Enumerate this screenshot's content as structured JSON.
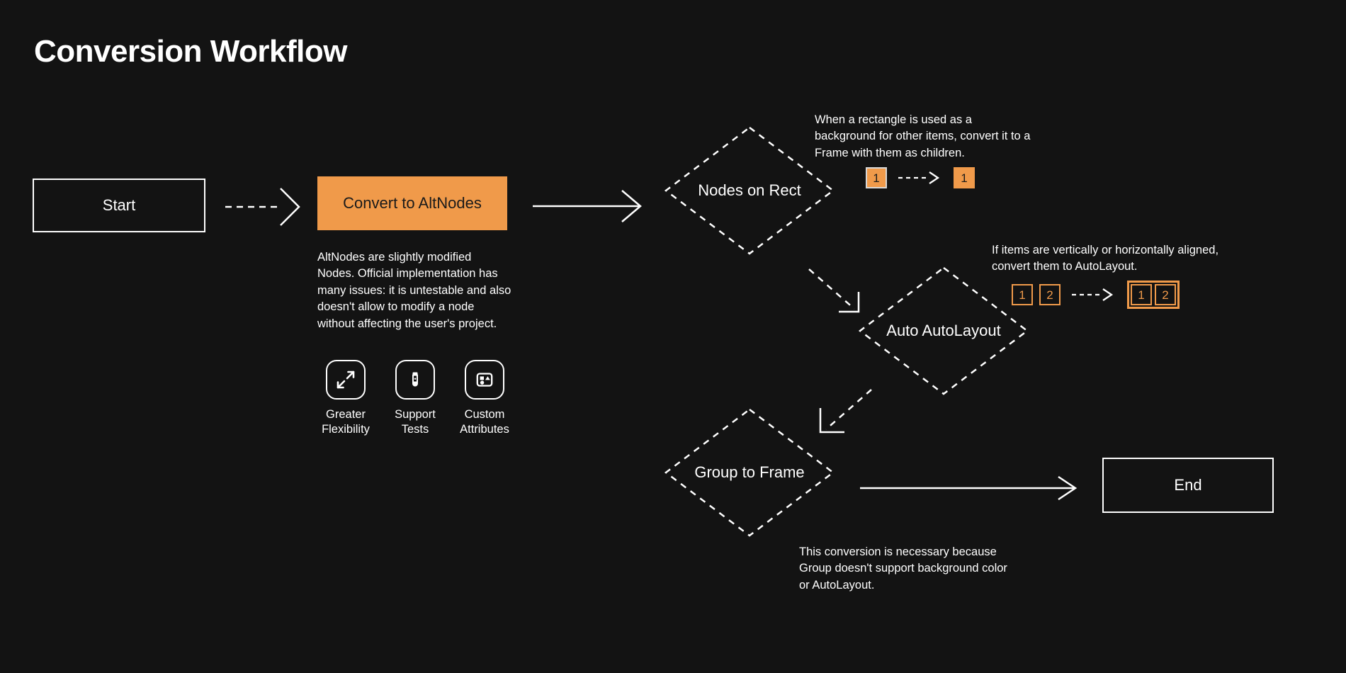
{
  "page": {
    "title": "Conversion Workflow",
    "background_color": "#131313",
    "accent_color": "#F09A4A",
    "text_color": "#FFFFFF"
  },
  "nodes": {
    "start": {
      "label": "Start"
    },
    "convert": {
      "label": "Convert to AltNodes"
    },
    "nodes_on_rect": {
      "label": "Nodes on Rect"
    },
    "auto_autolayout": {
      "label": "Auto AutoLayout"
    },
    "group_to_frame": {
      "label": "Group to Frame"
    },
    "end": {
      "label": "End"
    }
  },
  "descriptions": {
    "convert": "AltNodes are slightly modified Nodes. Official implementation has many issues: it is untestable and also doesn't allow to modify a node without affecting the user's project.",
    "nodes_on_rect": "When a rectangle is used as a background for other items, convert it to a Frame with them as children.",
    "auto_autolayout": "If items are vertically or horizontally aligned, convert them to AutoLayout.",
    "group_to_frame": "This conversion is necessary because Group doesn't support background color or AutoLayout."
  },
  "features": [
    {
      "icon": "expand-diagonal-icon",
      "label": "Greater\nFlexibility",
      "line1": "Greater",
      "line2": "Flexibility"
    },
    {
      "icon": "test-tube-icon",
      "label": "Support\nTests",
      "line1": "Support",
      "line2": "Tests"
    },
    {
      "icon": "shapes-attributes-icon",
      "label": "Custom\nAttributes",
      "line1": "Custom",
      "line2": "Attributes"
    }
  ],
  "mini_demos": {
    "rect_to_frame": {
      "before": [
        "1"
      ],
      "after": [
        "1"
      ]
    },
    "auto_layout": {
      "before": [
        "1",
        "2"
      ],
      "after": [
        "1",
        "2"
      ]
    }
  },
  "connectors": [
    {
      "from": "start",
      "to": "convert",
      "style": "dashed",
      "head": "chevron"
    },
    {
      "from": "convert",
      "to": "nodes_on_rect",
      "style": "solid",
      "head": "chevron"
    },
    {
      "from": "nodes_on_rect",
      "to": "auto_autolayout",
      "style": "dashed",
      "head": "corner"
    },
    {
      "from": "auto_autolayout",
      "to": "group_to_frame",
      "style": "dashed",
      "head": "corner"
    },
    {
      "from": "group_to_frame",
      "to": "end",
      "style": "solid",
      "head": "chevron"
    }
  ]
}
